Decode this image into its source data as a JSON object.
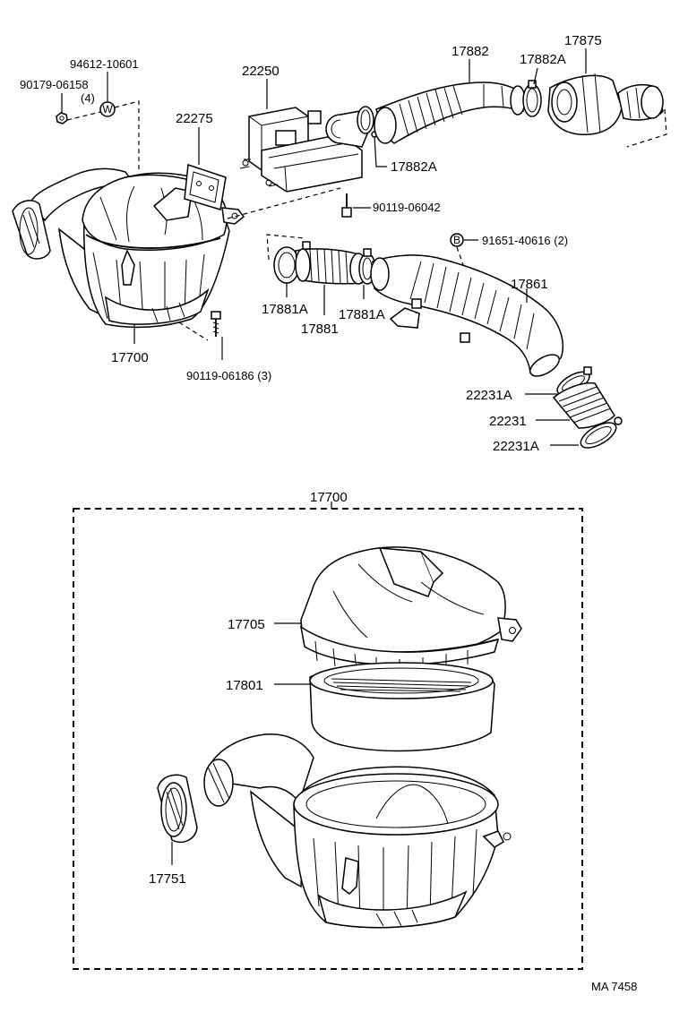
{
  "labels": {
    "p94612": "94612-10601",
    "p90179": "90179-06158",
    "p90179_qty": "(4)",
    "p22250": "22250",
    "p22275": "22275",
    "p17882": "17882",
    "p17882A_top": "17882A",
    "p17875": "17875",
    "p17882A_mid": "17882A",
    "p90119_06042": "90119-06042",
    "p91651": "91651-40616 (2)",
    "p17861": "17861",
    "p17881A_left": "17881A",
    "p17881A_right": "17881A",
    "p17881": "17881",
    "p17700_top": "17700",
    "p90119_06186": "90119-06186 (3)",
    "p22231A_top": "22231A",
    "p22231": "22231",
    "p22231A_bot": "22231A",
    "p17700_box": "17700",
    "p17705": "17705",
    "p17801": "17801",
    "p17751": "17751",
    "ref": "MA  7458"
  },
  "symbols": {
    "washer": "W",
    "bolt": "B"
  },
  "icons": {
    "nut": "hex-nut-icon",
    "washer": "washer-icon",
    "bolt": "bolt-icon"
  }
}
